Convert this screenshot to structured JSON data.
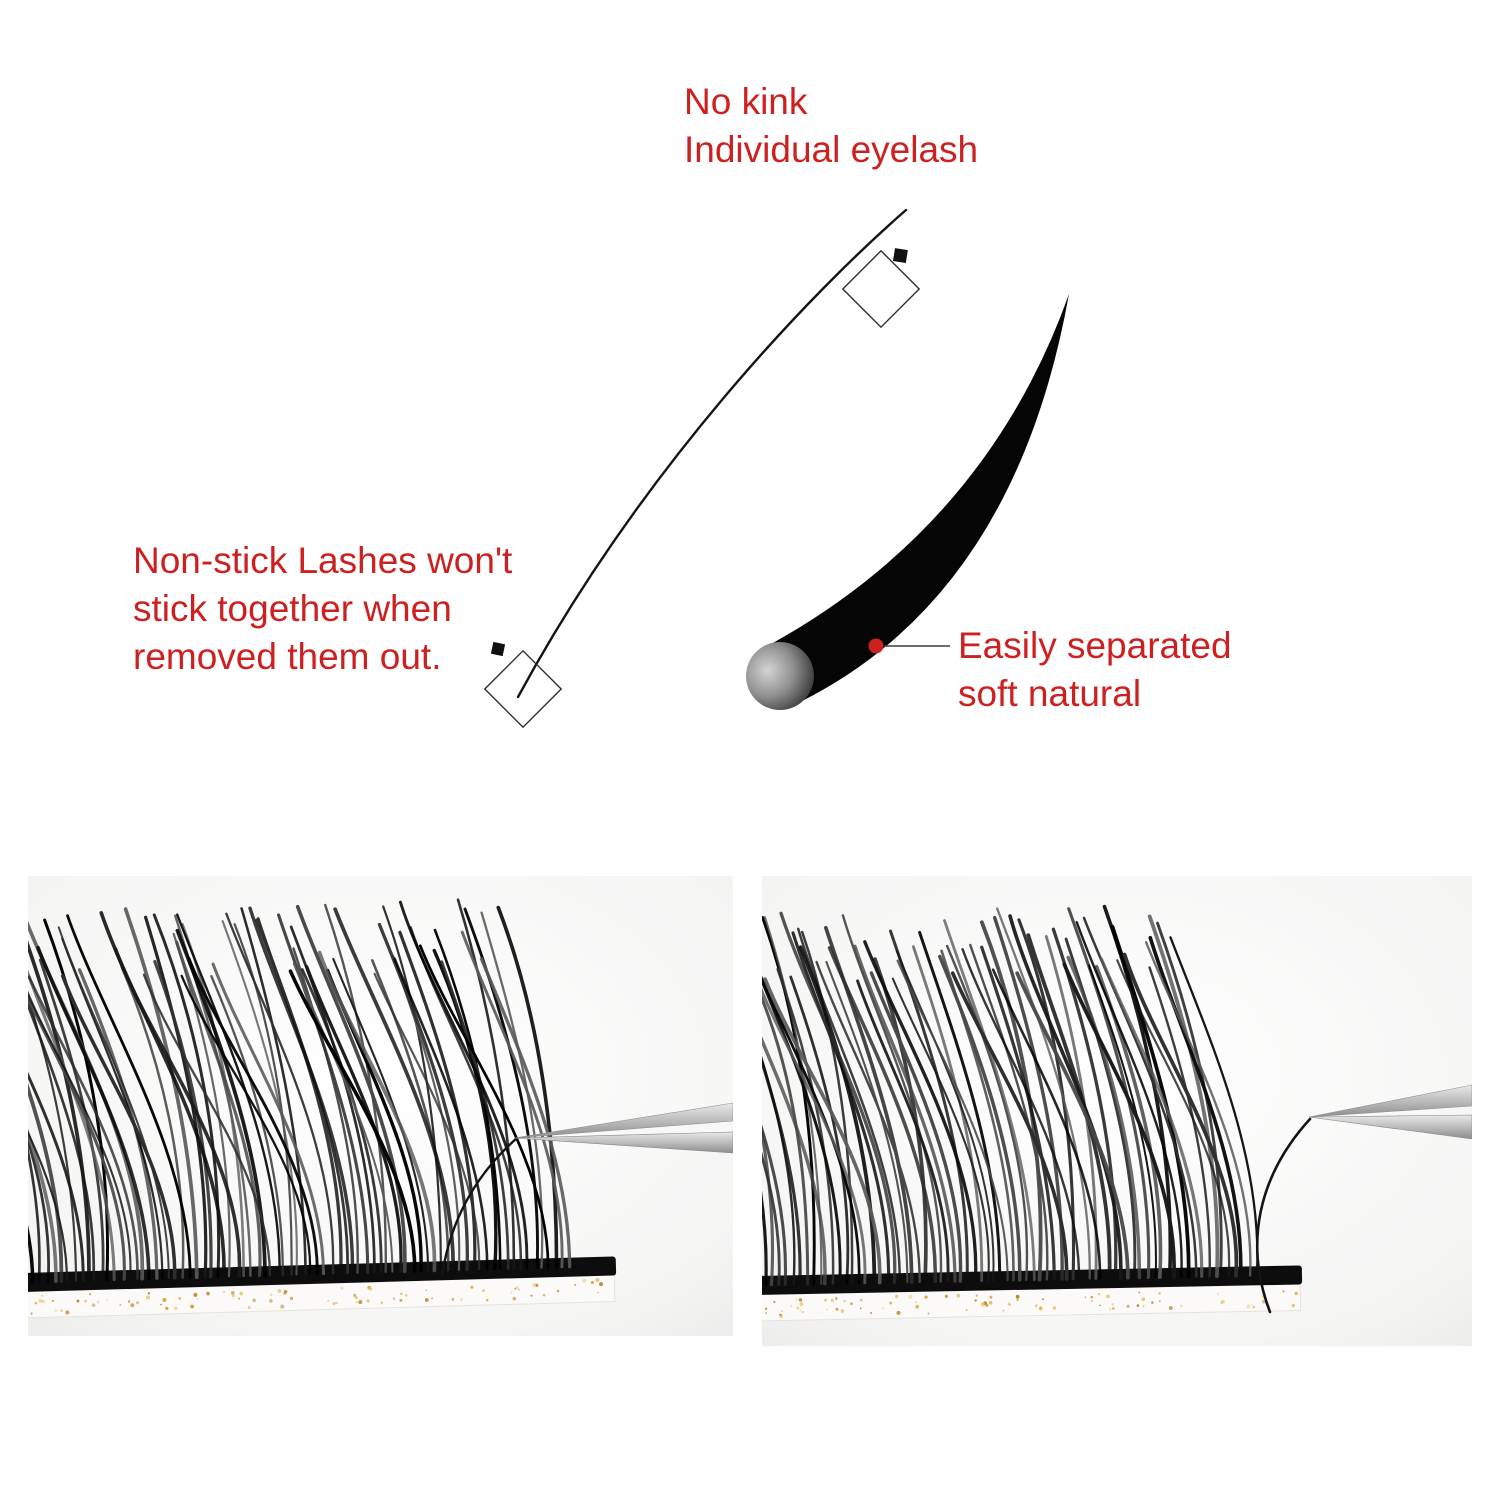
{
  "colors": {
    "accent": "#cd2121",
    "lash": "#0d0d0d",
    "tape_gold": "#d2a23e"
  },
  "annotations": {
    "no_kink": {
      "lines": [
        "No kink",
        "Individual eyelash"
      ]
    },
    "non_stick": {
      "lines": [
        "Non-stick Lashes won't",
        "stick together when",
        "removed them out."
      ]
    },
    "easily_separated": {
      "lines": [
        "Easily separated",
        "soft natural"
      ]
    }
  }
}
